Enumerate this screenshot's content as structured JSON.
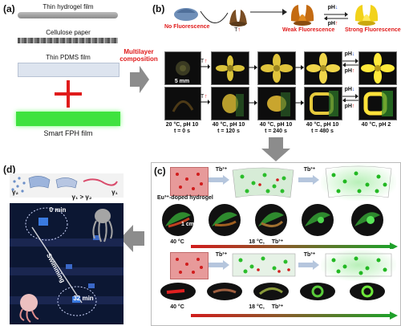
{
  "panel_a": {
    "label": "(a)",
    "layers": [
      "Thin hydrogel film",
      "Cellulose paper",
      "Thin PDMS film"
    ],
    "composition": "Multilayer composition",
    "product": "Smart FPH film"
  },
  "panel_b": {
    "label": "(b)",
    "states": [
      "No Fluorescence",
      "Weak Fluorescence",
      "Strong Fluorescence"
    ],
    "t_symbol": "T",
    "ph_symbol": "pH",
    "scale": "5 mm",
    "conditions": [
      [
        "20 °C, pH 10",
        "t = 0 s"
      ],
      [
        "40 °C, pH 10",
        "t = 120 s"
      ],
      [
        "40 °C, pH 10",
        "t = 240 s"
      ],
      [
        "40 °C, pH 10",
        "t = 480 s"
      ],
      [
        "40 °C, pH 2",
        ""
      ]
    ]
  },
  "panel_c": {
    "label": "(c)",
    "tb": "Tb³⁺",
    "hydrogel": "Eu³⁺-doped hydrogel",
    "scale": "1 cm",
    "t40": "40 °C",
    "t18": "18 °C,",
    "tb_short": "Tb³⁺"
  },
  "panel_d": {
    "label": "(d)",
    "g2": "γ₂",
    "g1": "γ₁",
    "relation": "γ₁ > γ₂",
    "time0": "0 min",
    "swim": "Swimming",
    "time32": "32 min"
  },
  "colors": {
    "red": "#e01b1b",
    "green_glow": "#39e83a",
    "arrow_gray": "#8c8c8c"
  }
}
